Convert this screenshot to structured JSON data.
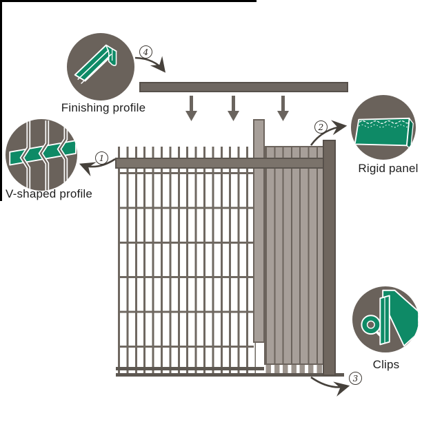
{
  "callouts": {
    "finishing_profile": {
      "label": "Finishing profile",
      "step": "4"
    },
    "v_shaped_profile": {
      "label": "V-shaped profile",
      "step": "1"
    },
    "rigid_panel": {
      "label": "Rigid panel",
      "step": "2"
    },
    "clips": {
      "label": "Clips",
      "step": "3"
    }
  },
  "colors": {
    "accent_green": "#0e8a66",
    "accent_green_dark": "#0a6e52",
    "callout_circle_bg": "#6a625b",
    "metal_gray": "#6f665e",
    "slat_gray": "#a79f99",
    "arrow_dark": "#46413b"
  }
}
